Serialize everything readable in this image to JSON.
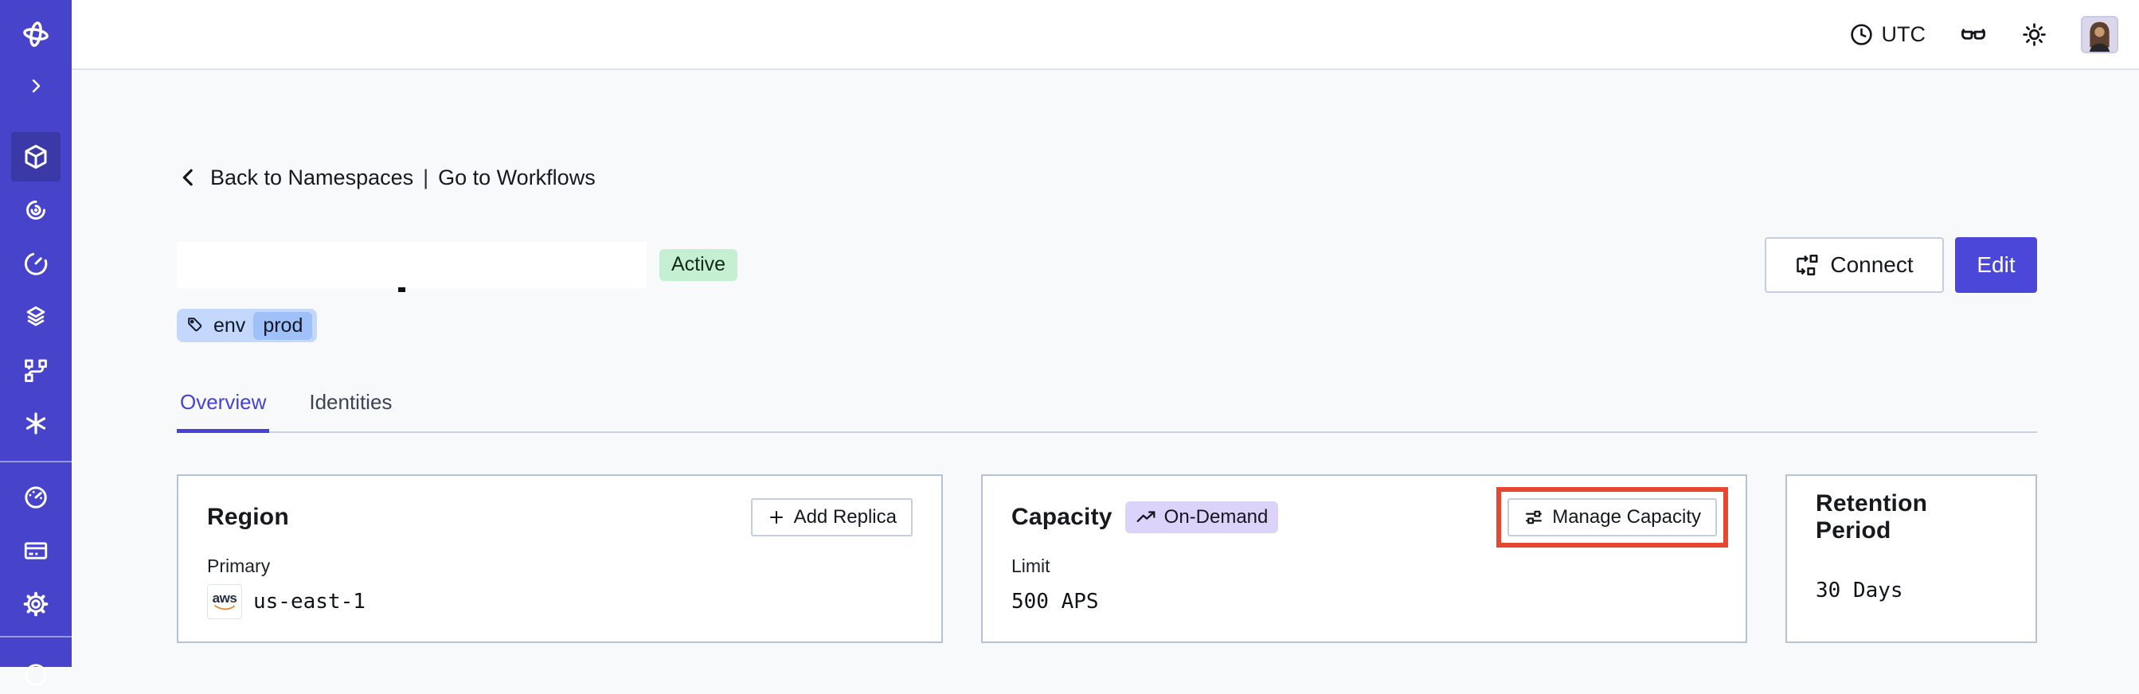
{
  "colors": {
    "sidebar": "#4744CB",
    "sidebar-active": "#3B38A8",
    "accent": "#4B48D9",
    "annotation-red": "#E5472F",
    "status-active-bg": "#C5EFD1",
    "tag-bg": "#C4D8FD",
    "tag-value-bg": "#9FC0F9",
    "ondemand-bg": "#DCD3FA",
    "bg": "#F7F9FB"
  },
  "sidebar_icons": [
    "temporal-logo",
    "expand",
    "namespaces",
    "workflows",
    "schedules",
    "deployments",
    "pipelines",
    "nexus",
    "usage",
    "billing",
    "settings",
    "support"
  ],
  "header": {
    "timezone": "UTC",
    "icons": [
      "clock-icon",
      "glasses-icon",
      "sun-icon",
      "avatar"
    ]
  },
  "breadcrumb": {
    "back_label": "Back to Namespaces",
    "separator": "|",
    "workflows_label": "Go to Workflows"
  },
  "namespace": {
    "status_badge": "Active",
    "tag_key": "env",
    "tag_value": "prod"
  },
  "actions": {
    "connect": "Connect",
    "edit": "Edit"
  },
  "tabs": {
    "overview": "Overview",
    "identities": "Identities"
  },
  "cards": {
    "region": {
      "title": "Region",
      "action": "Add Replica",
      "label": "Primary",
      "provider": "aws",
      "value": "us-east-1"
    },
    "capacity": {
      "title": "Capacity",
      "badge": "On-Demand",
      "action": "Manage Capacity",
      "label": "Limit",
      "value": "500 APS"
    },
    "retention": {
      "title": "Retention Period",
      "value": "30 Days"
    }
  }
}
